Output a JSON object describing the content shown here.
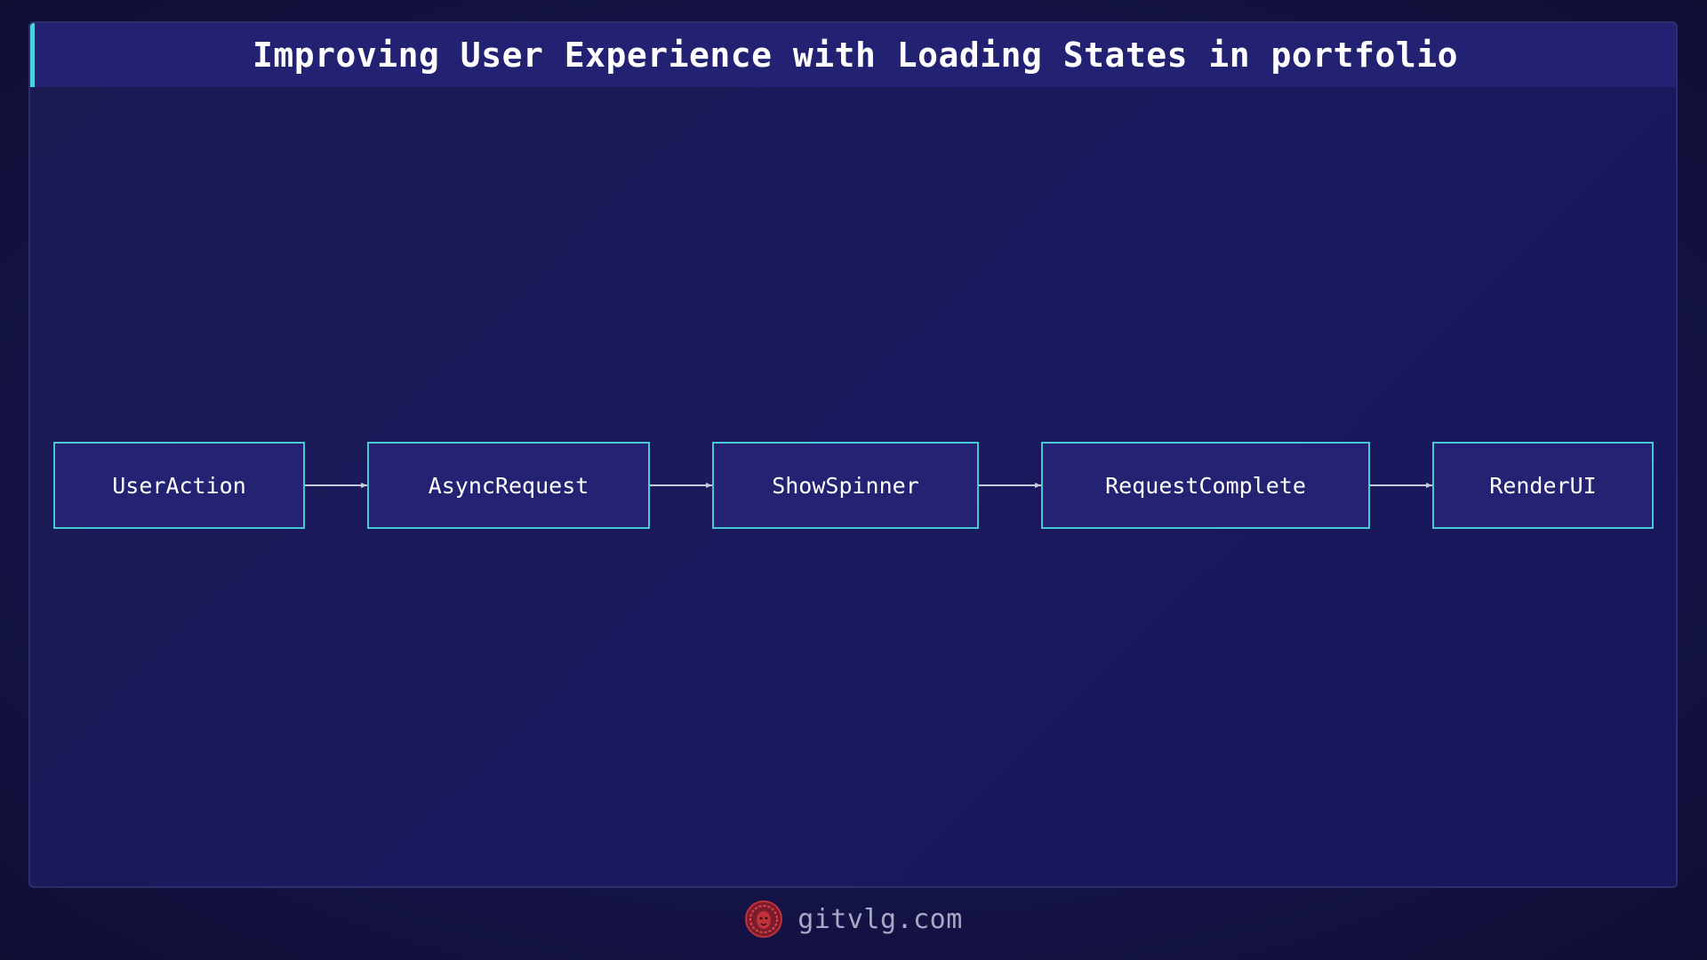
{
  "header": {
    "title": "Improving User Experience with Loading States in portfolio"
  },
  "flow": {
    "nodes": [
      {
        "label": "UserAction"
      },
      {
        "label": "AsyncRequest"
      },
      {
        "label": "ShowSpinner"
      },
      {
        "label": "RequestComplete"
      },
      {
        "label": "RenderUI"
      }
    ]
  },
  "footer": {
    "site": "gitvlg.com",
    "logo_icon": "lion-logo-icon"
  },
  "colors": {
    "background": "#15144a",
    "header": "#222172",
    "accent": "#4fd1d9",
    "node_fill": "#242272",
    "node_border": "#46c9d4",
    "arrow": "#c9c9e0",
    "logo": "#c0313a"
  }
}
